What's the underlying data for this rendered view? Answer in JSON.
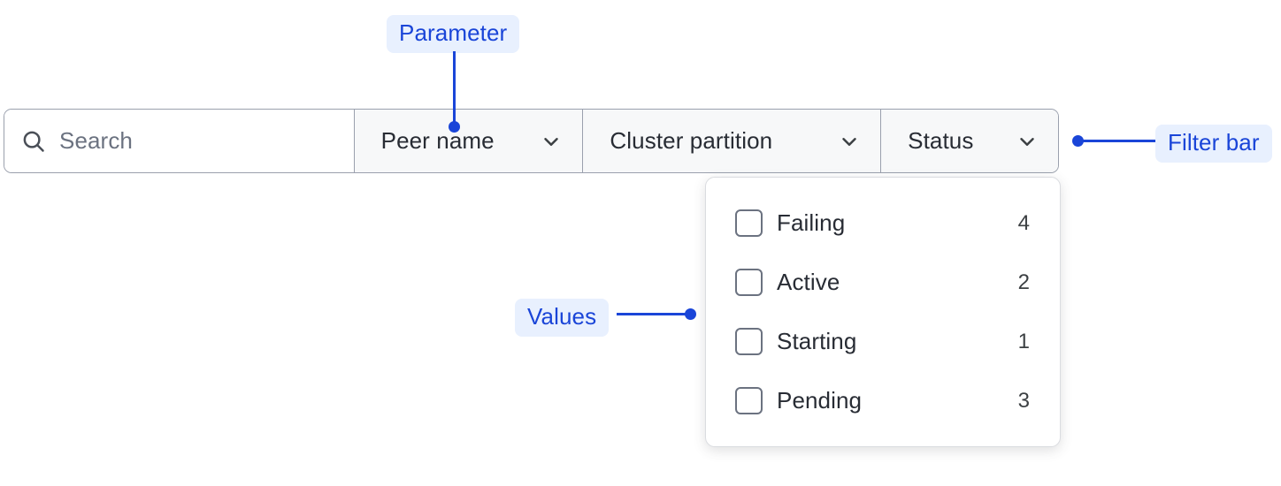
{
  "colors": {
    "annotation_text": "#1a45d8",
    "annotation_pill_bg": "#e8f0fe",
    "filter_bar_border": "#9aa0ad",
    "dropdown_border": "#dadce0",
    "text_primary": "#282c34",
    "placeholder": "#6b7280",
    "page_background": "#ffffff"
  },
  "filter_bar": {
    "search": {
      "icon": "search-icon",
      "placeholder": "Search",
      "value": ""
    },
    "dropdowns": [
      {
        "label": "Peer name",
        "icon": "chevron-down-icon",
        "expanded": false
      },
      {
        "label": "Cluster partition",
        "icon": "chevron-down-icon",
        "expanded": false
      },
      {
        "label": "Status",
        "icon": "chevron-down-icon",
        "expanded": true
      }
    ]
  },
  "status_dropdown": {
    "options": [
      {
        "label": "Failing",
        "count": "4",
        "checked": false
      },
      {
        "label": "Active",
        "count": "2",
        "checked": false
      },
      {
        "label": "Starting",
        "count": "1",
        "checked": false
      },
      {
        "label": "Pending",
        "count": "3",
        "checked": false
      }
    ]
  },
  "annotations": [
    {
      "id": "parameter",
      "label": "Parameter"
    },
    {
      "id": "filter-bar",
      "label": "Filter bar"
    },
    {
      "id": "values",
      "label": "Values"
    }
  ]
}
